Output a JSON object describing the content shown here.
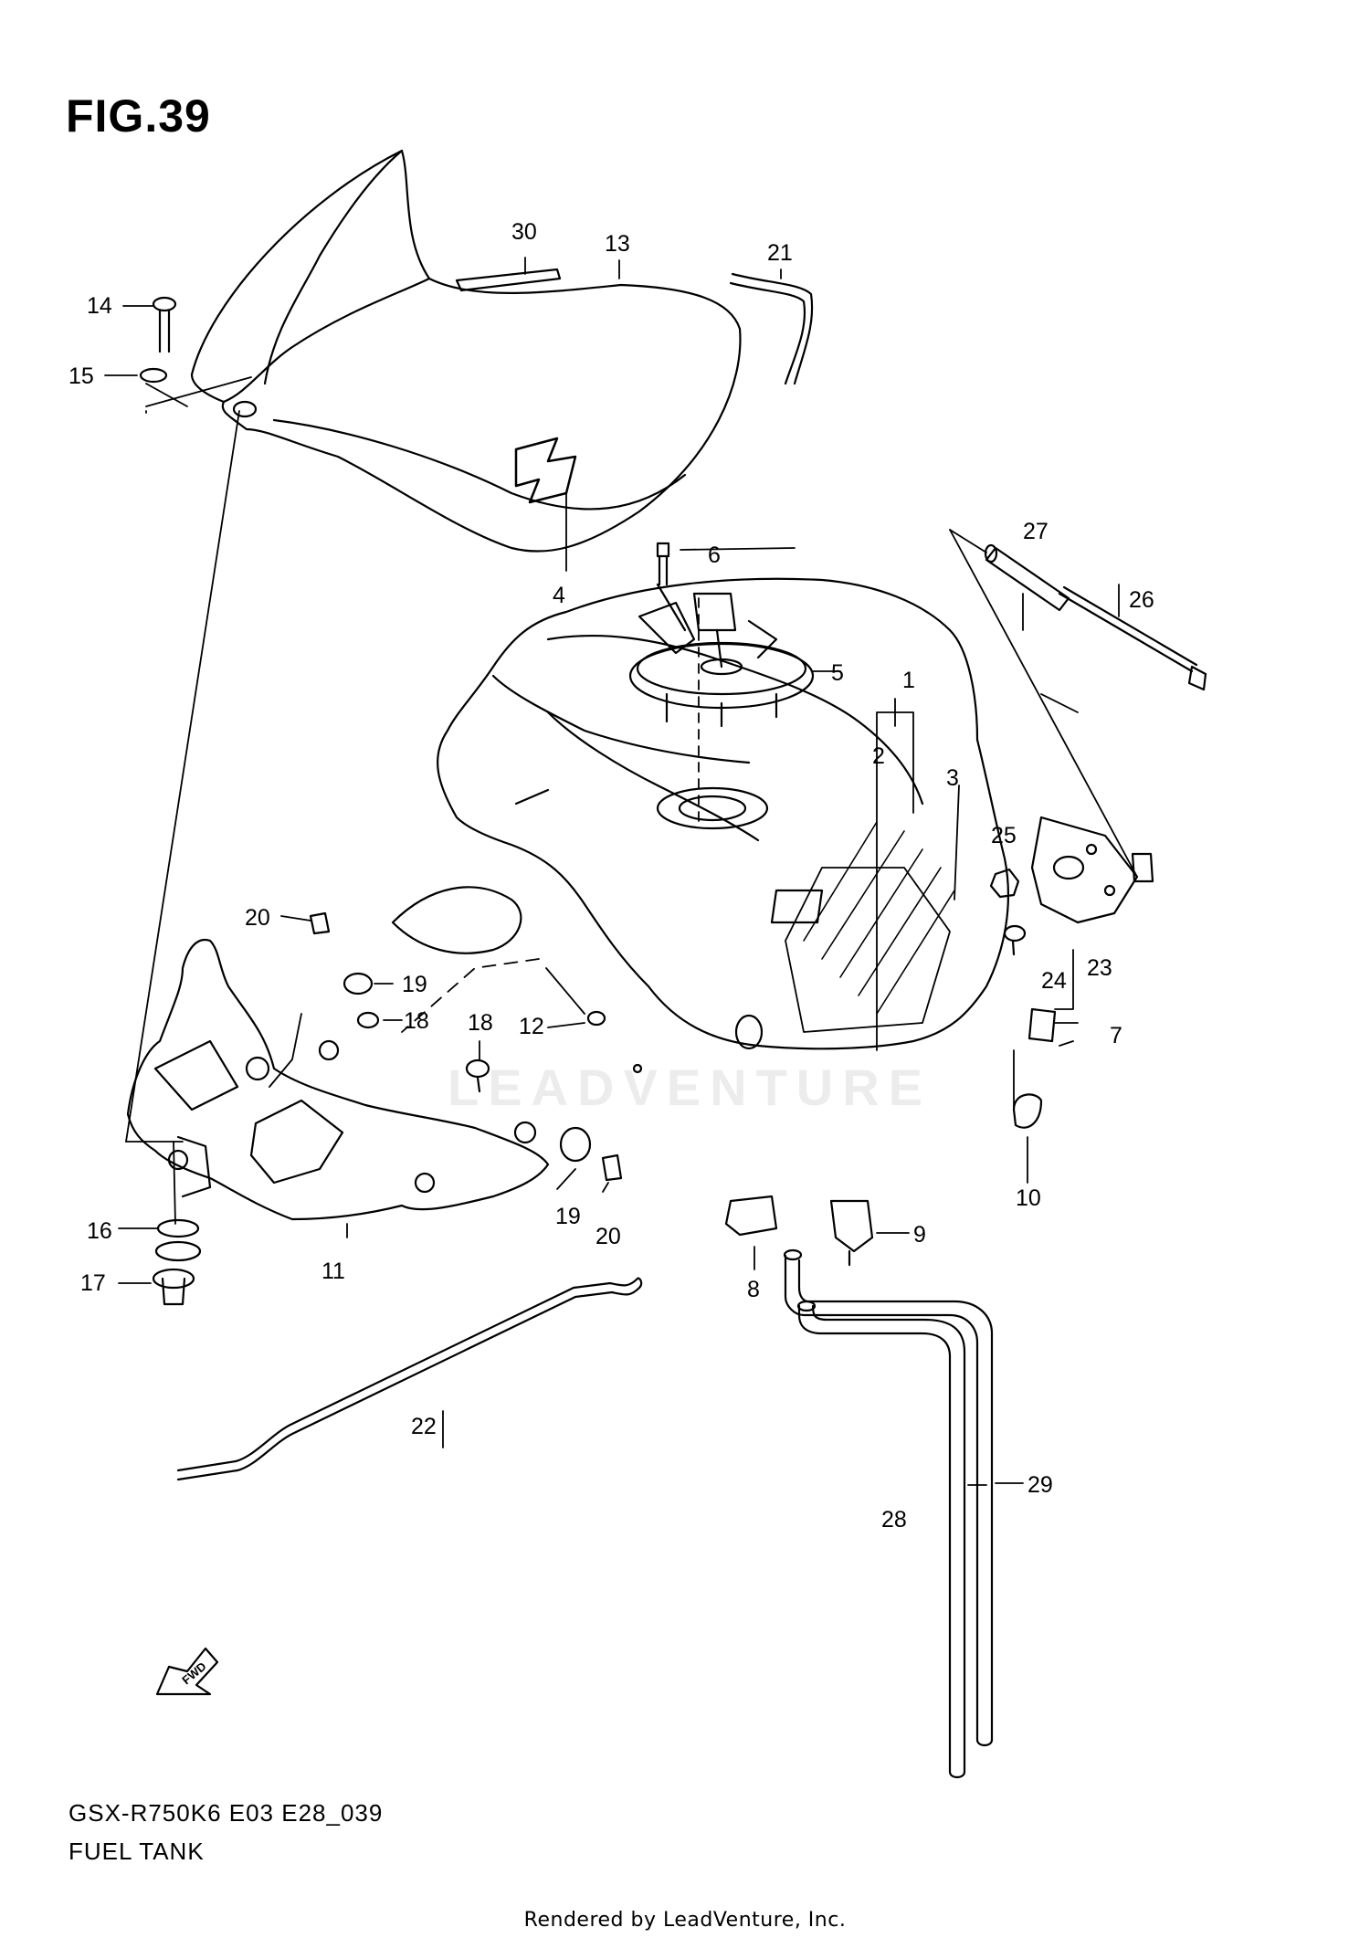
{
  "figure": {
    "title": "FIG.39"
  },
  "model": {
    "code": "GSX-R750K6 E03 E28_039",
    "section": "FUEL TANK"
  },
  "footer": {
    "credit": "Rendered by LeadVenture, Inc."
  },
  "watermark": {
    "text": "LEADVENTURE"
  },
  "direction_marker": {
    "label": "FWD",
    "icon": "forward-arrow-icon"
  },
  "callouts": [
    "1",
    "2",
    "3",
    "4",
    "5",
    "6",
    "7",
    "8",
    "9",
    "10",
    "11",
    "12",
    "13",
    "14",
    "15",
    "16",
    "17",
    "18",
    "18",
    "19",
    "19",
    "20",
    "20",
    "21",
    "22",
    "23",
    "24",
    "25",
    "26",
    "27",
    "28",
    "29",
    "30"
  ]
}
